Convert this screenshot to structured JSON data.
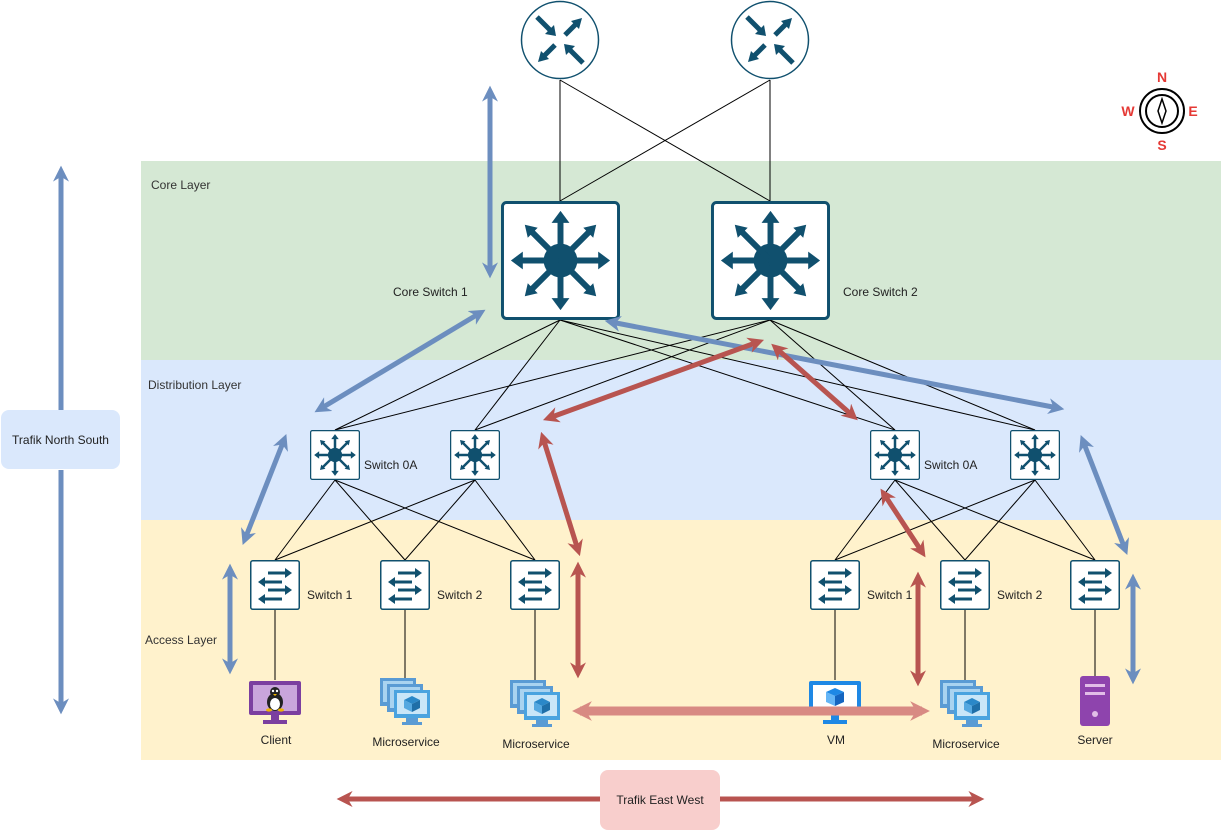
{
  "layers": {
    "core": {
      "label": "Core Layer",
      "color": "#d5e8d4"
    },
    "distribution": {
      "label": "Distribution Layer",
      "color": "#dae8fc"
    },
    "access": {
      "label": "Access Layer",
      "color": "#fff2cc"
    }
  },
  "nodes": {
    "core_switch_1": "Core Switch 1",
    "core_switch_2": "Core Switch 2",
    "dist_left_label": "Switch 0A",
    "dist_right_label": "Switch 0A",
    "access_left_1": "Switch 1",
    "access_left_2": "Switch 2",
    "access_right_1": "Switch 1",
    "access_right_2": "Switch 2"
  },
  "endpoints": {
    "client": "Client",
    "microservice_1": "Microservice",
    "microservice_2": "Microservice",
    "vm": "VM",
    "microservice_3": "Microservice",
    "server": "Server"
  },
  "traffic": {
    "north_south": {
      "label": "Trafik North South",
      "color": "#6c8ebf",
      "bg": "#dae8fc"
    },
    "east_west": {
      "label": "Trafik East West",
      "color": "#b85450",
      "bg": "#f8cecc"
    }
  },
  "compass": {
    "n": "N",
    "s": "S",
    "e": "E",
    "w": "W",
    "color": "#e53935"
  },
  "icon_color": "#10506e"
}
